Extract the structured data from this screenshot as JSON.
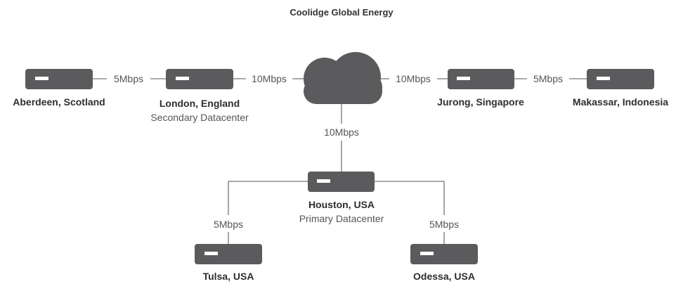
{
  "title": "Coolidge Global Energy",
  "sites": {
    "aberdeen": {
      "name": "Aberdeen, Scotland"
    },
    "london": {
      "name": "London, England",
      "role": "Secondary Datacenter"
    },
    "jurong": {
      "name": "Jurong, Singapore"
    },
    "makassar": {
      "name": "Makassar, Indonesia"
    },
    "houston": {
      "name": "Houston, USA",
      "role": "Primary Datacenter"
    },
    "tulsa": {
      "name": "Tulsa, USA"
    },
    "odessa": {
      "name": "Odessa, USA"
    }
  },
  "links": {
    "aberdeen_london": "5Mbps",
    "london_cloud": "10Mbps",
    "cloud_jurong": "10Mbps",
    "jurong_makassar": "5Mbps",
    "cloud_houston": "10Mbps",
    "houston_tulsa": "5Mbps",
    "houston_odessa": "5Mbps"
  }
}
